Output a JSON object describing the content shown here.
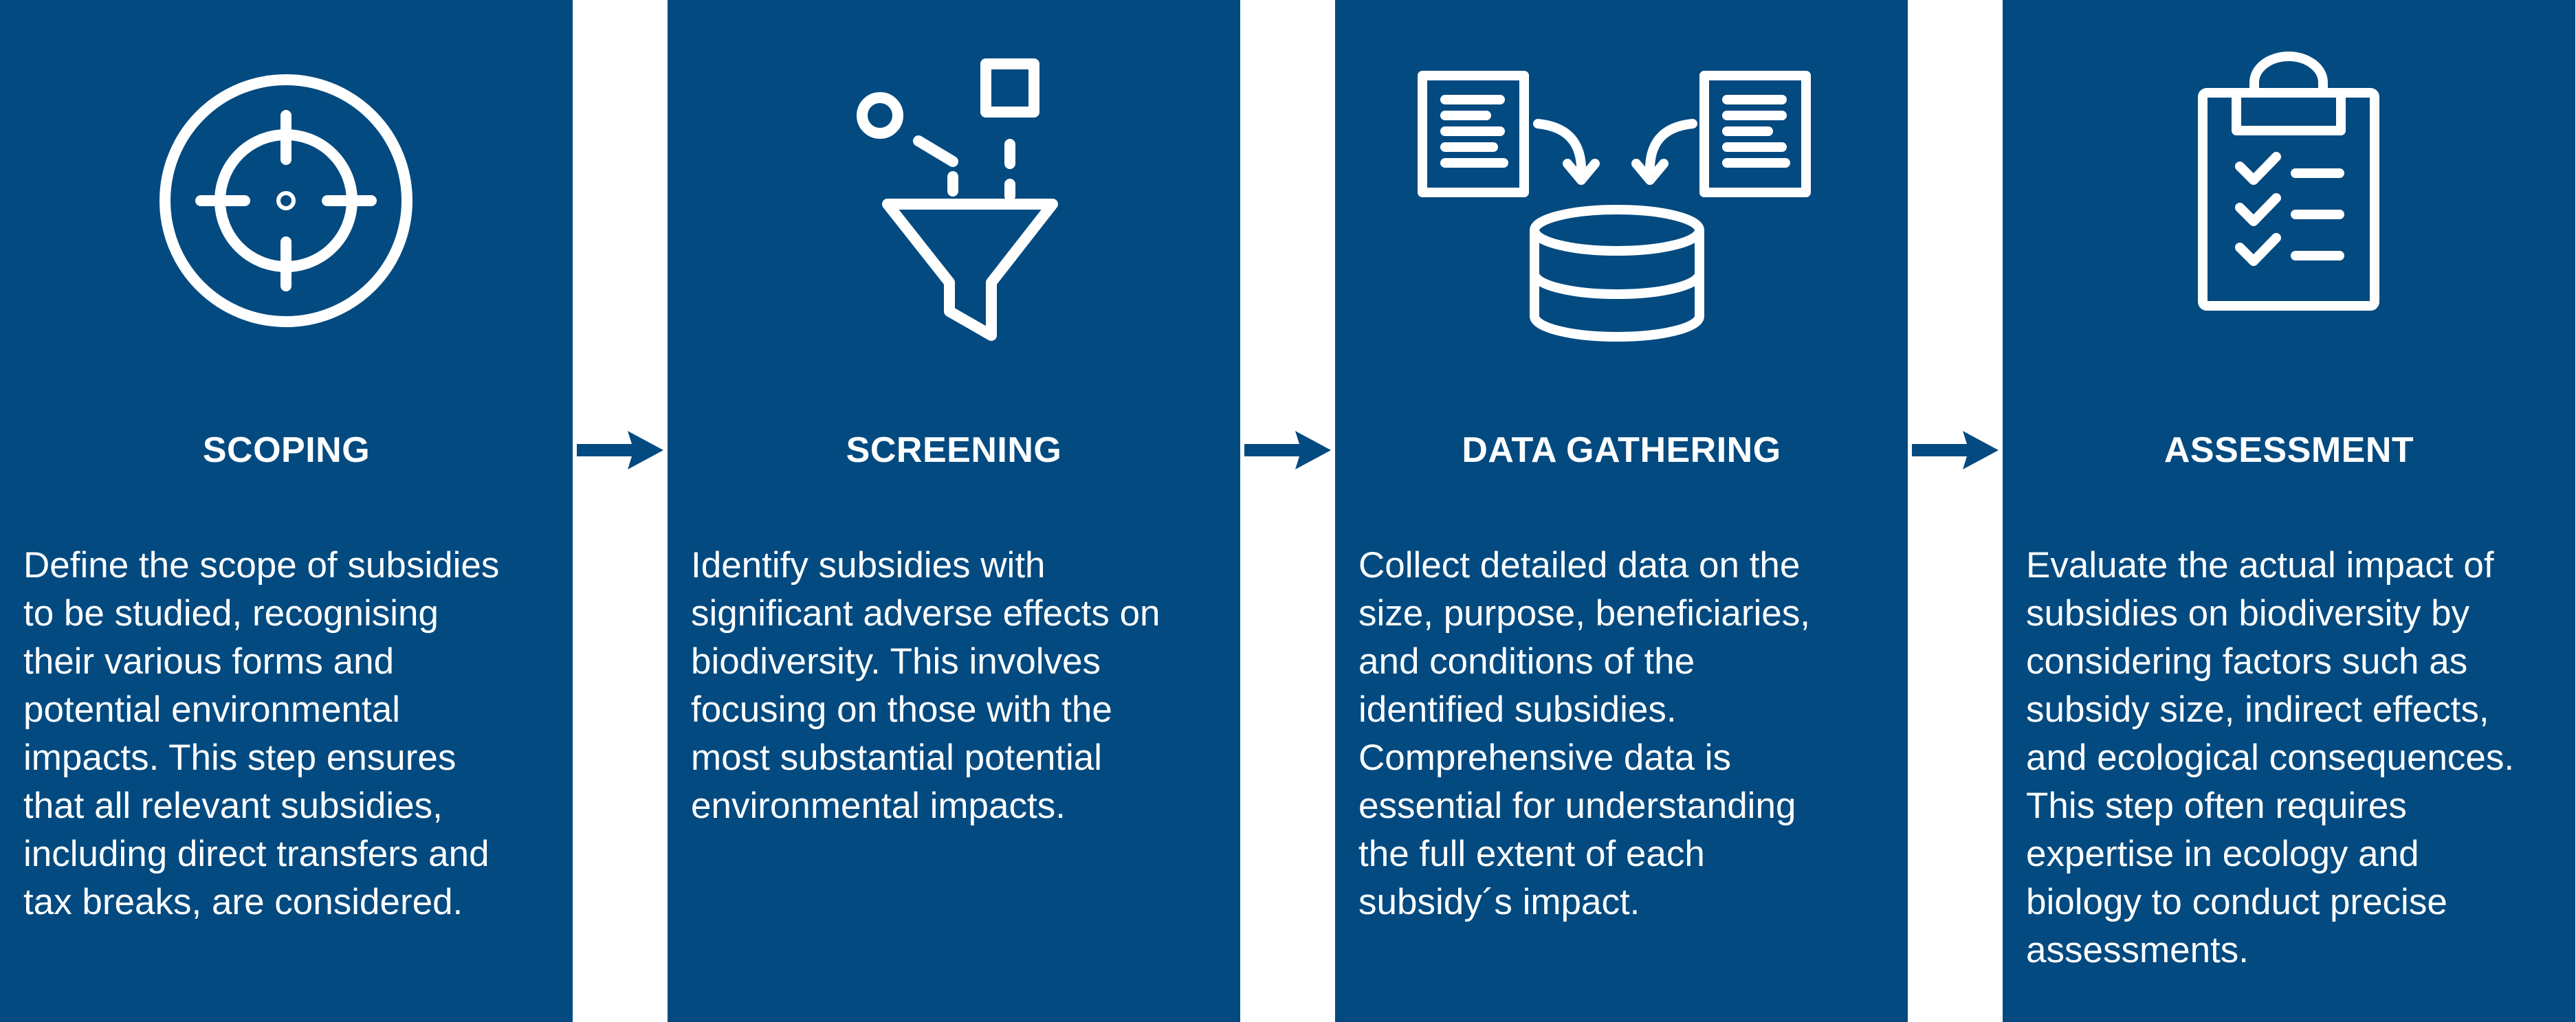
{
  "colors": {
    "panel_background": "#034a80",
    "text": "#ffffff",
    "page_background": "#ffffff"
  },
  "steps": [
    {
      "icon": "target-crosshair-icon",
      "title": "SCOPING",
      "description": "Define the scope of subsidies\nto be studied, recognising\ntheir various forms and\npotential environmental\nimpacts. This step ensures\nthat all relevant subsidies,\nincluding direct transfers and\ntax breaks, are considered."
    },
    {
      "icon": "funnel-filter-icon",
      "title": "SCREENING",
      "description": "Identify subsidies with\nsignificant adverse effects on\nbiodiversity. This involves\nfocusing on those with the\nmost substantial potential\nenvironmental impacts."
    },
    {
      "icon": "documents-to-database-icon",
      "title": "DATA GATHERING",
      "description": "Collect detailed data on the\nsize, purpose, beneficiaries,\nand conditions of the\nidentified subsidies.\nComprehensive data is\nessential for understanding\nthe full extent of each\nsubsidy´s impact."
    },
    {
      "icon": "clipboard-checklist-icon",
      "title": "ASSESSMENT",
      "description": "Evaluate the actual impact of\nsubsidies on biodiversity by\nconsidering factors such as\nsubsidy size, indirect effects,\nand ecological consequences.\nThis step often requires\nexpertise in ecology and\nbiology to conduct precise\nassessments."
    }
  ],
  "connectors": [
    "arrow-right-icon",
    "arrow-right-icon",
    "arrow-right-icon"
  ]
}
